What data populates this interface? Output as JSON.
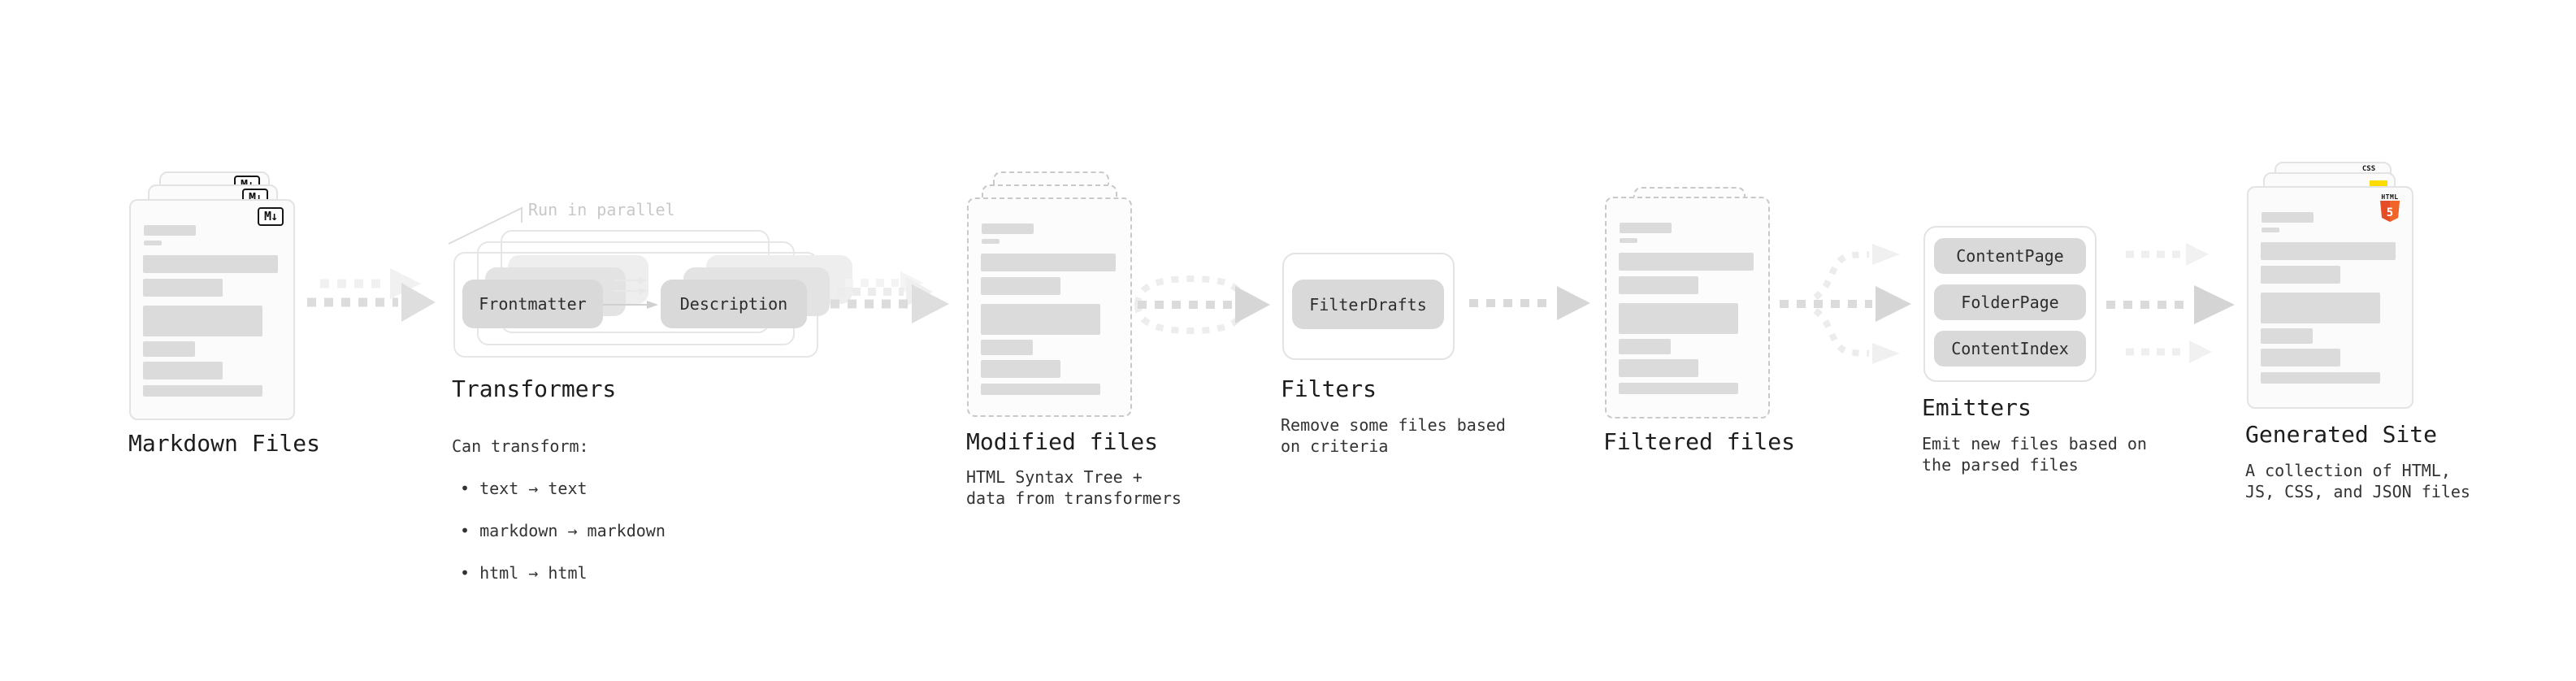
{
  "stages": {
    "markdown": {
      "title": "Markdown Files"
    },
    "transformers": {
      "title": "Transformers",
      "annotation": "Run in parallel",
      "pill_left": "Frontmatter",
      "pill_right": "Description",
      "heading": "Can transform:",
      "bullets": [
        "• text → text",
        "• markdown → markdown",
        "• html → html"
      ]
    },
    "modified": {
      "title": "Modified files",
      "description": "HTML Syntax Tree +\ndata from transformers"
    },
    "filters": {
      "title": "Filters",
      "pill": "FilterDrafts",
      "description": "Remove some files based\non criteria"
    },
    "filtered": {
      "title": "Filtered files"
    },
    "emitters": {
      "title": "Emitters",
      "pills": [
        "ContentPage",
        "FolderPage",
        "ContentIndex"
      ],
      "description": "Emit new files based on\nthe parsed files"
    },
    "generated": {
      "title": "Generated Site",
      "description": "A collection of HTML,\nJS, CSS, and JSON files"
    }
  },
  "badges": {
    "markdown": "M↓",
    "css": "CSS",
    "html": "HTML",
    "html5_number": "5"
  },
  "colors": {
    "css_badge_blue": "#2965f1",
    "js_badge_yellow": "#ffdc00",
    "html5_orange": "#e44d26",
    "html5_orange_light": "#f16529",
    "pill_gray": "#d9d9d9",
    "arrow_gray": "#dcdcdc",
    "arrow_light": "#eeeeee"
  }
}
